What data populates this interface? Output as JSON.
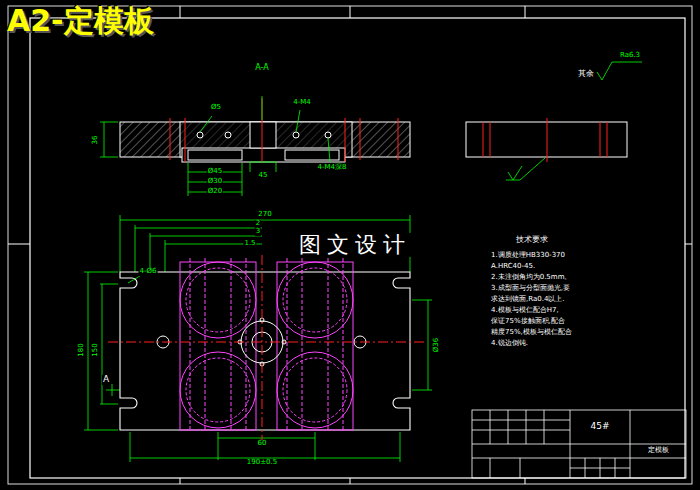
{
  "diagram": {
    "title": "A2-定模板",
    "nodes": [
      {
        "text": [
          "45#"
        ]
      },
      {
        "text": [
          "定模板"
        ]
      }
    ],
    "labels": [
      "A-A",
      "其余",
      "Ra6.3",
      "36",
      "Ø5",
      "4-M4",
      "Ø45",
      "Ø30",
      "Ø20",
      "4-M4深8",
      "45",
      "270",
      "2",
      "3",
      "1.5",
      "4-Ø6",
      "180",
      "150",
      "A",
      "60",
      "190±0.5",
      "Ø36",
      "图文设计",
      "技术要求",
      "1.调质处理HB330-370",
      "A.HRC40-45.",
      "2.未注倒角均为0.5mm。",
      "3.成型面与分型面抛光,要",
      "求达到镜面,Ra0.4以上.",
      "4.模板与模仁配合H7,",
      "保证75%接触面积,配合",
      "精度75%,模板与模仁配合",
      "4.锐边倒钝."
    ]
  }
}
